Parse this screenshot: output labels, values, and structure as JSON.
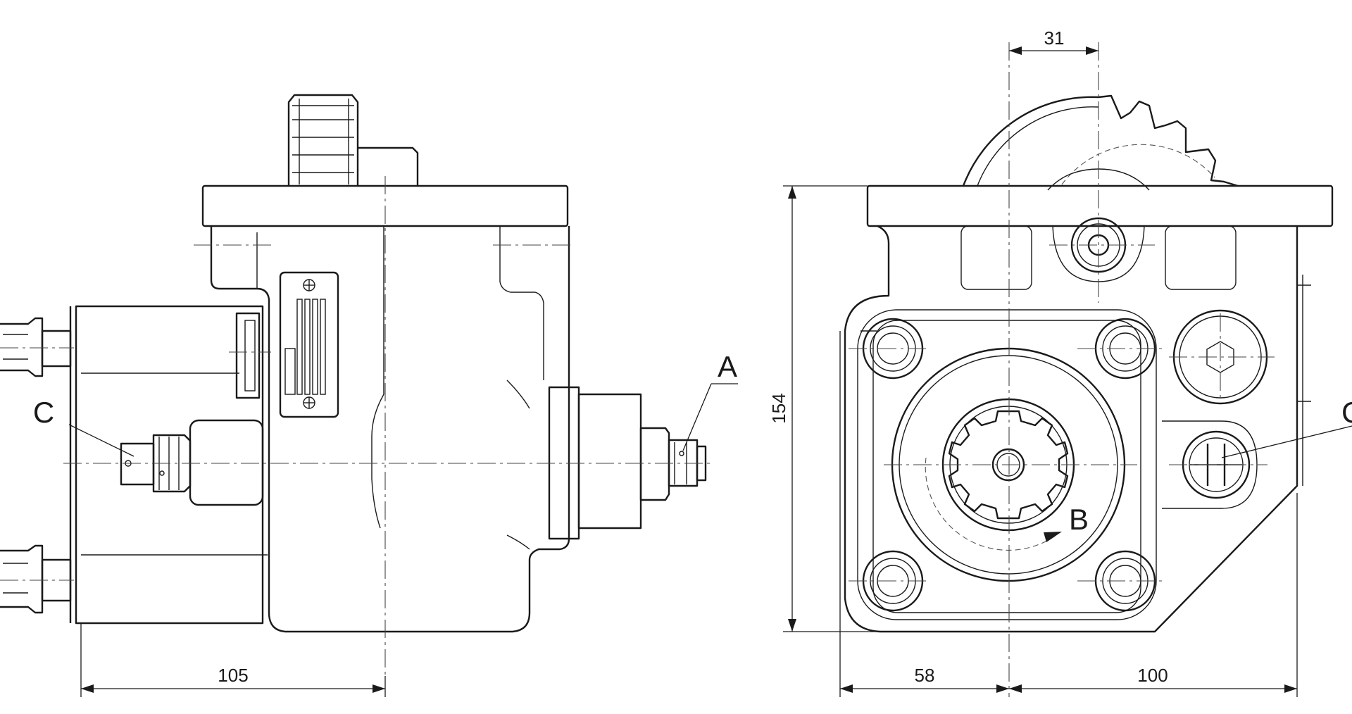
{
  "dimensions": {
    "side_width": "105",
    "gear_offset": "31",
    "height": "154",
    "left_width": "58",
    "right_width": "100"
  },
  "callouts": {
    "a": "A",
    "b": "B",
    "c_left": "C",
    "c_right": "C"
  }
}
